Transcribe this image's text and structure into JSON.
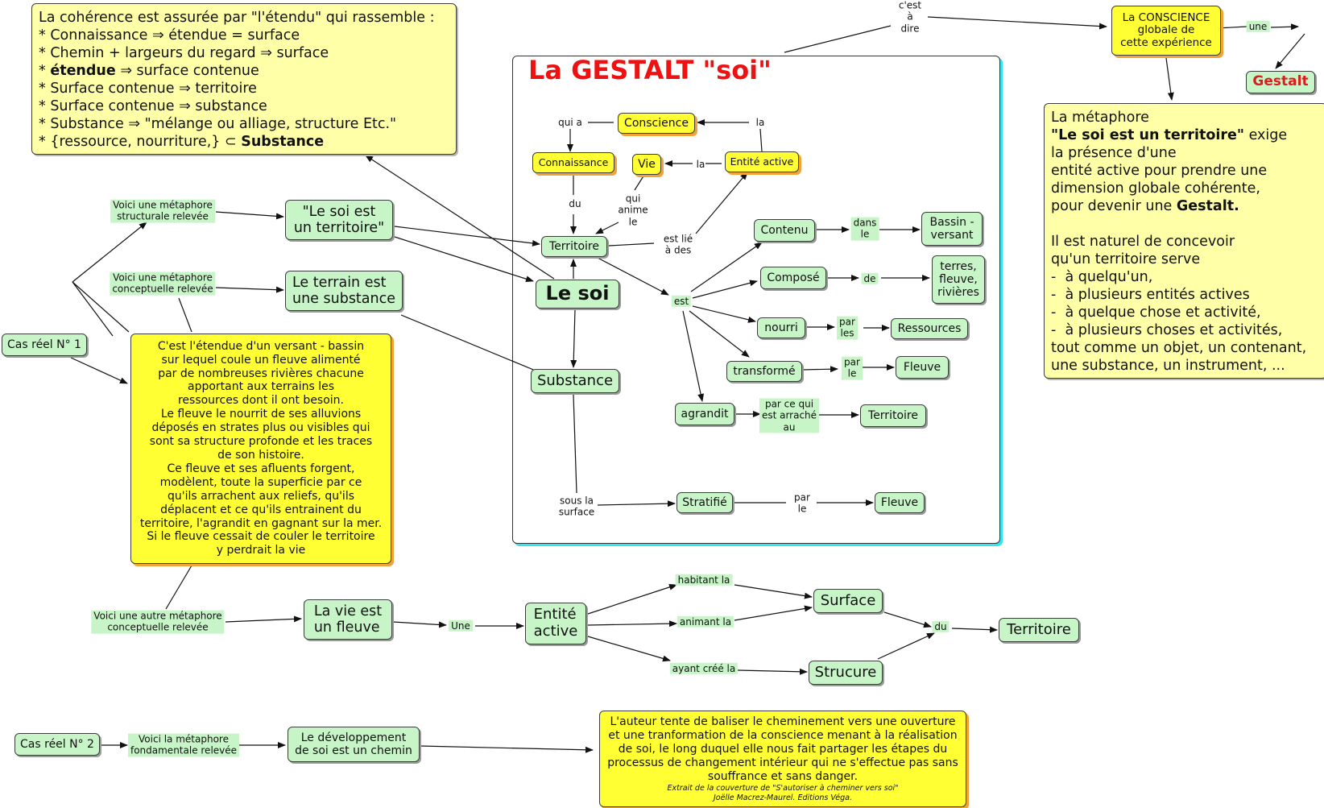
{
  "colors": {
    "green_node": "#c8f5c8",
    "yellow_note": "#ffff33",
    "pale_yellow_note": "#ffffa8",
    "title_red": "#ee1111",
    "frame_shadow": "#33e5ef",
    "yellow_shadow": "#f2a23a"
  },
  "frame": {
    "title": "La GESTALT \"soi\""
  },
  "notes": {
    "coherence": {
      "l1": "La cohérence est assurée par \"l'étendu\" qui rassemble :",
      "l2": "* Connaissance  ⇒ étendue = surface",
      "l3": "* Chemin + largeurs du regard ⇒ surface",
      "l4_prefix": "* ",
      "l4_bold": "étendue",
      "l4_rest": " ⇒ surface contenue",
      "l5": "* Surface contenue ⇒ territoire",
      "l6": "* Surface contenue ⇒ substance",
      "l7": "* Substance ⇒ \"mélange ou alliage, structure Etc.\"",
      "l8_prefix": "* {ressource, nourriture,} ⊂ ",
      "l8_bold": "Substance"
    },
    "versant": "C'est l'étendue d'un versant - bassin\nsur lequel coule un fleuve alimenté\npar de nombreuses rivières chacune\napportant aux terrains les\nressources dont il ont besoin.\nLe fleuve le nourrit de ses alluvions\ndéposés en strates plus ou visibles qui\nsont sa structure profonde et les traces\nde son histoire.\nCe fleuve et ses afluents forgent,\nmodèlent, toute la superficie par ce\nqu'ils arrachent aux reliefs, qu'ils\ndéplacent  et ce qu'ils entrainent du\nterritoire, l'agrandit en gagnant sur la mer.\nSi le fleuve cessait de couler le territoire\ny perdrait la vie",
    "metaphore": {
      "l1": "La métaphore",
      "l2_bold": "\"Le soi est un territoire\"",
      "l2_rest": " exige",
      "l3": "la présence d'une",
      "l4": "entité active pour prendre une",
      "l5": "dimension globale cohérente,",
      "l6_prefix": "pour devenir une ",
      "l6_bold": "Gestalt.",
      "l7": "Il est naturel de concevoir",
      "l8": "qu'un territoire serve",
      "l9": "-  à quelqu'un,",
      "l10": "-  à plusieurs entités actives",
      "l11": "-  à quelque chose et activité,",
      "l12": "-  à plusieurs choses et activités,",
      "l13": "tout comme un objet, un contenant,",
      "l14": "une substance, un instrument, ..."
    },
    "auteur": {
      "text": "L'auteur tente de baliser le cheminement vers une ouverture\net une tranformation de la conscience menant à la réalisation\nde soi, le long duquel elle nous fait partager les étapes du\nprocessus de changement intérieur qui ne s'effectue pas sans\nsouffrance et sans danger.",
      "credit1": "Extrait de la couverture de \"S'autoriser à cheminer vers soi\"",
      "credit2": "Joëlle Macrez-Maurel.   Editions Véga."
    }
  },
  "nodes": {
    "conscience_globale": "La CONSCIENCE\nglobale de\ncette expérience",
    "gestalt": "Gestalt",
    "cas1": "Cas réel N° 1",
    "cas2": "Cas réel N° 2",
    "soi_territoire": "\"Le soi est\nun territoire\"",
    "terrain_substance": "Le terrain est\nune substance",
    "vie_fleuve": "La vie est\nun fleuve",
    "developpement": "Le développement\nde soi est un chemin",
    "conscience": "Conscience",
    "connaissance": "Connaissance",
    "vie": "Vie",
    "entite_active_small": "Entité active",
    "territoire_center": "Territoire",
    "le_soi": "Le soi",
    "substance": "Substance",
    "contenu": "Contenu",
    "bassin": "Bassin -\nversant",
    "compose": "Composé",
    "terres": "terres,\nfleuve,\nrivières",
    "nourri": "nourri",
    "ressources": "Ressources",
    "transforme": "transformé",
    "fleuve1": "Fleuve",
    "agrandit": "agrandit",
    "territoire2": "Territoire",
    "stratifie": "Stratifié",
    "fleuve2": "Fleuve",
    "entite_active_big": "Entité\nactive",
    "surface": "Surface",
    "strucure": "Strucure",
    "territoire_bottom": "Territoire"
  },
  "labels": {
    "cest_a_dire": "c'est\nà\ndire",
    "une_top": "une",
    "metaphore_structurale": "Voici une métaphore\nstructurale relevée",
    "metaphore_conceptuelle": "Voici une métaphore\nconceptuelle relevée",
    "metaphore_autre": "Voici une autre métaphore\nconceptuelle relevée",
    "metaphore_fondamentale": "Voici la métaphore\nfondamentale relevée",
    "qui_a": "qui a",
    "la_1": "la",
    "la_2": "la",
    "du": "du",
    "qui_anime_le": "qui\nanime\nle",
    "est_lie": "est lié\nà des",
    "est": "est",
    "dans_le": "dans\nle",
    "de": "de",
    "par_les": "par\nles",
    "par_le": "par\nle",
    "par_ce_qui": "par ce qui\nest arraché\nau",
    "sous_la_surface": "sous la\nsurface",
    "par_le2": "par\nle",
    "une_bottom": "Une",
    "habitant_la": "habitant la",
    "animant_la": "animant la",
    "ayant_cree_la": "ayant créé la",
    "du2": "du"
  }
}
